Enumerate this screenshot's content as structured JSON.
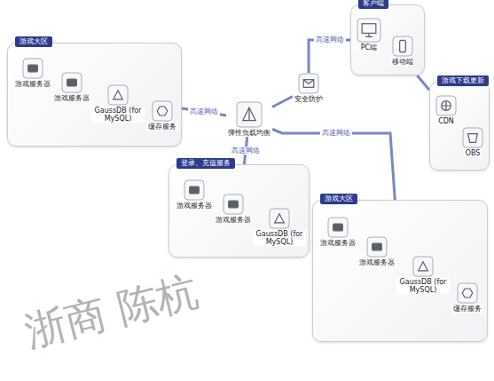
{
  "diagram": {
    "nodes": [
      {
        "text": [
          "游戏大区"
        ]
      },
      {
        "text": [
          "游戏服务器"
        ],
        "in": 0
      },
      {
        "text": [
          "游戏服务器"
        ],
        "in": 0
      },
      {
        "text": [
          "GaussDB (for MySQL)"
        ],
        "in": 0
      },
      {
        "text": [
          "缓存服务"
        ],
        "in": 0
      },
      {
        "text": [
          "客户端"
        ]
      },
      {
        "text": [
          "PC端"
        ],
        "in": 5
      },
      {
        "text": [
          "移动端"
        ],
        "in": 5
      },
      {
        "text": [
          "游戏下载更新"
        ]
      },
      {
        "text": [
          "CDN"
        ],
        "in": 8
      },
      {
        "text": [
          "OBS"
        ],
        "in": 8
      },
      {
        "text": [
          "安全防护"
        ]
      },
      {
        "text": [
          "弹性负载均衡"
        ]
      },
      {
        "text": [
          "登录、充值服务"
        ]
      },
      {
        "text": [
          "游戏服务器"
        ],
        "in": 13
      },
      {
        "text": [
          "游戏服务器"
        ],
        "in": 13
      },
      {
        "text": [
          "GaussDB (for MySQL)"
        ],
        "in": 13
      },
      {
        "text": [
          "游戏大区"
        ]
      },
      {
        "text": [
          "游戏服务器"
        ],
        "in": 17
      },
      {
        "text": [
          "游戏服务器"
        ],
        "in": 17
      },
      {
        "text": [
          "GaussDB (for MySQL)"
        ],
        "in": 17
      },
      {
        "text": [
          "缓存服务"
        ],
        "in": 17
      }
    ],
    "edges": [
      {
        "from": 0,
        "to": 12,
        "label": "高速网络",
        "arrow": "none"
      },
      {
        "from": 11,
        "to": 5,
        "label": "高速网络",
        "arrow": "none"
      },
      {
        "from": 12,
        "to": 11,
        "arrow": "none"
      },
      {
        "from": 12,
        "to": 13,
        "label": "高速网络",
        "arrow": "none"
      },
      {
        "from": 12,
        "to": 17,
        "label": "高速网络",
        "arrow": "none"
      },
      {
        "from": 5,
        "to": 8,
        "arrow": "none"
      }
    ],
    "labels": [
      "浙商 陈杭"
    ]
  }
}
